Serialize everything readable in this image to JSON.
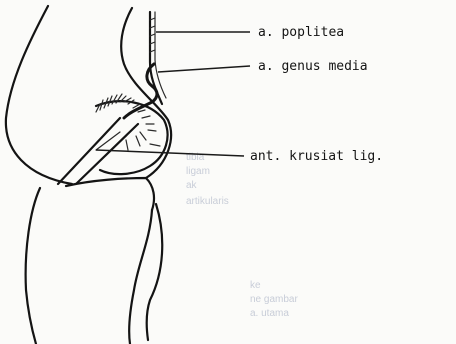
{
  "figure": {
    "labels": {
      "poplitea": "a. poplitea",
      "genus_media": "a. genus media",
      "cruciate": "ant. krusiat lig."
    },
    "colors": {
      "ink": "#141414",
      "paper": "#fbfbf9",
      "bleed_text": "#c8cdd8"
    },
    "background_bleed_text": [
      "tibia",
      "ligam",
      "ak",
      "artikularis",
      "ke",
      "ne gambar",
      "a. utama"
    ]
  }
}
